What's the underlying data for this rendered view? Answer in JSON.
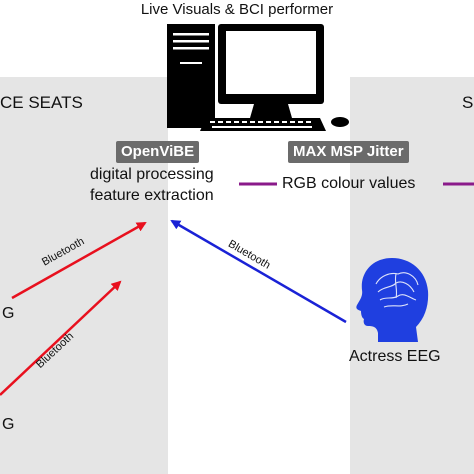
{
  "header": {
    "title": "Live Visuals & BCI performer"
  },
  "panels": {
    "left_title": "CE SEATS",
    "right_title": "S"
  },
  "software": {
    "openvibe": "OpenViBE",
    "openvibe_line1": "digital processing",
    "openvibe_line2": "feature extraction",
    "max": "MAX MSP Jitter",
    "rgb": "RGB colour values"
  },
  "links": {
    "bluetooth_1": "Bluetooth",
    "bluetooth_2": "Bluetooth",
    "bluetooth_3": "Bluetooth"
  },
  "nodes": {
    "actress": "Actress EEG",
    "left_a": "G",
    "left_b": "G"
  },
  "colors": {
    "panel": "#e5e5e5",
    "badge": "#6b6b6b",
    "red_link": "#e8101e",
    "blue_link": "#1a22d6",
    "purple_link": "#8a1a8a",
    "head": "#1f3fe0"
  },
  "icons": {
    "computer": "desktop-computer-icon",
    "head": "brain-head-icon"
  }
}
